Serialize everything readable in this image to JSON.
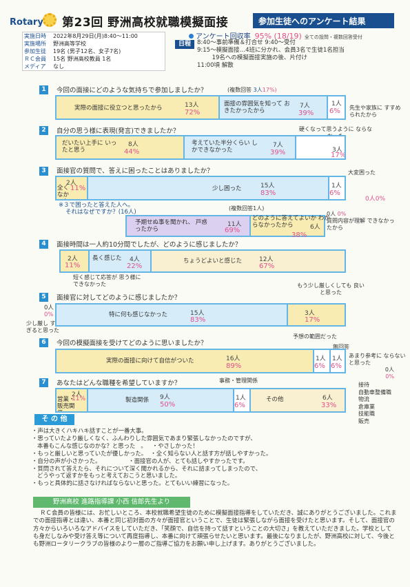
{
  "header": {
    "org": "Rotary",
    "title": "第23回 野洲高校就職模擬面接",
    "subtitle": "参加生徒へのアンケート結果"
  },
  "info": [
    {
      "label": "実施日時",
      "value": "2022年8月29日(月)8:40～11:00"
    },
    {
      "label": "実施場所",
      "value": "野洲高等学校"
    },
    {
      "label": "参加生徒",
      "value": "19名 (男子12名、女子7名)"
    },
    {
      "label": "ＲＣ会員",
      "value": "15名   野洲高校教員  1名"
    },
    {
      "label": "メディア",
      "value": "なし"
    }
  ],
  "rate": {
    "label": "アンケート回収率",
    "value": "95% (18/19)",
    "note": "全ての設問・複数回答受付"
  },
  "schedule": {
    "tag": "日程",
    "lines": [
      "8:40～事前準備＆打合せ   9:40～受付",
      "9:15～模擬面接…4班に分かれ、会員3名で生徒1名担当",
      "        19名への模擬面接実施の後、片付け",
      "11:00頃  解散"
    ]
  },
  "q1": {
    "num": "1",
    "text": "今回の面接にどのような気持ちで参加しましたか？",
    "multi": "(複数回答",
    "multi_count": "3人",
    "multi_pct": "17%)",
    "segs": [
      {
        "label": "実際の面接に役立つと思ったから",
        "count": "13人",
        "pct": "72%"
      },
      {
        "label": "面接の雰囲気を知って おきたかったから",
        "count": "7人",
        "pct": "39%"
      },
      {
        "label": "",
        "count": "1人",
        "pct": "6%"
      }
    ],
    "outside": "先生や家族に すすめられたから"
  },
  "q2": {
    "num": "2",
    "text": "自分の思う様に表現(発言)できましたか？",
    "segs": [
      {
        "label": "だいたい上手に いったと思う",
        "count": "8人",
        "pct": "44%"
      },
      {
        "label": "考えていた半分くらい しかできなかった",
        "count": "7人",
        "pct": "39%"
      }
    ],
    "outside_label": "硬くなって思うように ならなかった",
    "outside_count": "3人",
    "outside_pct": "17%"
  },
  "q3": {
    "num": "3",
    "text": "面接官の質問で、答えに困ったことはありましたか？",
    "segs": [
      {
        "label": "全く なかった",
        "count": "2人",
        "pct": "11%"
      },
      {
        "label": "少し困った",
        "count": "15人",
        "pct": "83%"
      },
      {
        "label": "",
        "count": "1人",
        "pct": "6%"
      }
    ],
    "right_label": "大変困った",
    "right_zero": "0人",
    "right_zero_pct": "0%",
    "sub_q": "※３で困ったと答えた人へ。",
    "sub_q2": "それはなぜですか？(16人)",
    "sub_multi": "(複数回答1人)",
    "sub_segs": [
      {
        "label": "予期せぬ事を聞かれ、 戸惑ったから",
        "count": "11人",
        "pct": "69%"
      },
      {
        "label": "どのように答えてよいか わからなかったから",
        "count": "6人",
        "pct": "38%"
      }
    ],
    "sub_right_count": "0人",
    "sub_right_pct": "0%",
    "sub_right_label": "質問内容が理解 できなかったから"
  },
  "q4": {
    "num": "4",
    "text": "面接時間は一人約10分間でしたが、どのように感じましたか？",
    "segs": [
      {
        "label": "",
        "count": "2人",
        "pct": "11%"
      },
      {
        "label": "長く感じた",
        "count": "4人",
        "pct": "22%"
      },
      {
        "label": "ちょうどよいと感じた",
        "count": "12人",
        "pct": "67%"
      }
    ],
    "below": "短く感じて応答が 思う様にできなかった"
  },
  "q5": {
    "num": "5",
    "text": "面接官に対してどのように感じましたか？",
    "segs": [
      {
        "label": "特に何も感じなかった",
        "count": "15人",
        "pct": "83%"
      },
      {
        "label": "",
        "count": "3人",
        "pct": "17%"
      }
    ],
    "left_zero": "0人",
    "left_zero_pct": "0%",
    "left_label": "少し厳し すぎると思った",
    "right_label": "もう少し厳しくしても 良いと思った"
  },
  "q6": {
    "num": "6",
    "text": "今回の模擬面接を受けてどのように思いましたか？",
    "segs": [
      {
        "label": "実際の面接に向けて自信がついた",
        "count": "16人",
        "pct": "89%"
      },
      {
        "label": "",
        "count": "1人",
        "pct": "6%"
      },
      {
        "label": "",
        "count": "1人",
        "pct": "6%"
      }
    ],
    "top1": "予想の範囲だった",
    "top2": "無回答",
    "right_label": "あまり参考に ならないと思った",
    "right_count": "0人",
    "right_pct": "0%"
  },
  "q7": {
    "num": "7",
    "text": "あなたはどんな職種を希望していますか？",
    "segs": [
      {
        "label": "営業・ 販売関係",
        "count": "2人",
        "pct": "11%"
      },
      {
        "label": "製造関係",
        "count": "9人",
        "pct": "50%"
      },
      {
        "label": "",
        "count": "1人",
        "pct": "6%"
      },
      {
        "label": "その他",
        "count": "6人",
        "pct": "33%"
      }
    ],
    "top_label": "事務・管理関係",
    "right_list": [
      "接待",
      "自動車整備職",
      "物流",
      "倉庫業",
      "技能職",
      "販売"
    ]
  },
  "other": {
    "head": "そ の 他",
    "lines": [
      "・声は大きくハキハキ話すことが一番大事。",
      "・思っていたより厳しくなく、ふんわりした雰囲気であまり緊張しなかったのですが、",
      "   本番もこんな感じなのかな？と思った   。   ・やさしかった！",
      "・もっと厳しいと思っていたが優しかった。  ・全く知らない人と話す方が話しやすかった。",
      "・自分の声が小さかった。               ・面接官の人が、とても話しやすかったです。",
      "・質問されて答えたら、それについて深く聞かれるから、それに詰まってしまったので、",
      "   どうやって返すかをもっと考えておこうと思いました。",
      "・もっと具体的に話さなければならないと思った。とてもいい練習になった。"
    ]
  },
  "teacher": {
    "head": "野洲高校  進路指導課  小西 信郎先生より",
    "text": "ＲＣ会員の皆様には、お忙しいところ、本校就職希望生徒のために模擬面接指導をしていただき、誠にありがとうございました。これまでの面接指導とは違い、本番と同じ初対面の方々が面接官ということで、生徒は緊張しながら面接を受けたと思います。そして、面接官の方々からいろいろなアドバイスをしていただき、「笑顔で、自信を持って話すということの大切さ」を教えていただきました。学校としても身だしなみや受け答え等について再度指導し、本番に向けて頑張らせたいと思います。最後になりましたが、野洲高校に対して、今後とも野洲ロータリークラブの皆様のより一層のご指導ご協力をお願い申し上げます。ありがとうございました。"
  }
}
